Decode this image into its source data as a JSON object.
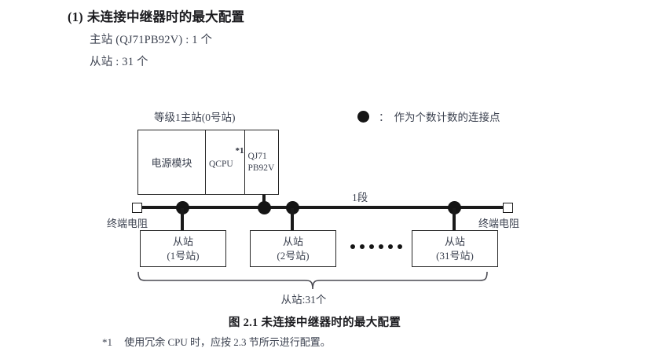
{
  "header": {
    "number": "(1)",
    "title": "未连接中继器时的最大配置",
    "line_master": "主站 (QJ71PB92V) : 1 个",
    "line_slave": "从站 : 31 个"
  },
  "legend": {
    "dot_icon": "filled-circle-icon",
    "colon": "：",
    "text": "作为个数计数的连接点"
  },
  "diagram": {
    "master_caption": "等级1主站(0号站)",
    "rack": {
      "power_module": "电源模块",
      "cpu": "QCPU",
      "cpu_note": "*1",
      "master_module_line1": "QJ71",
      "master_module_line2": "PB92V"
    },
    "segment_label": "1段",
    "terminator_left_label": "终端电阻",
    "terminator_right_label": "终端电阻",
    "slaves": [
      {
        "title": "从站",
        "station": "(1号站)"
      },
      {
        "title": "从站",
        "station": "(2号站)"
      },
      {
        "title": "从站",
        "station": "(31号站)"
      }
    ],
    "ellipsis_count": 6,
    "brace_label": "从站:31个"
  },
  "caption": "图 2.1  未连接中继器时的最大配置",
  "footnote": {
    "marker": "*1",
    "text": "使用冗余 CPU 时，应按 2.3 节所示进行配置。"
  },
  "colors": {
    "ink": "#1a1a1a",
    "text": "#3c4250",
    "heading": "#1b1b1f",
    "page": "#ffffff"
  }
}
